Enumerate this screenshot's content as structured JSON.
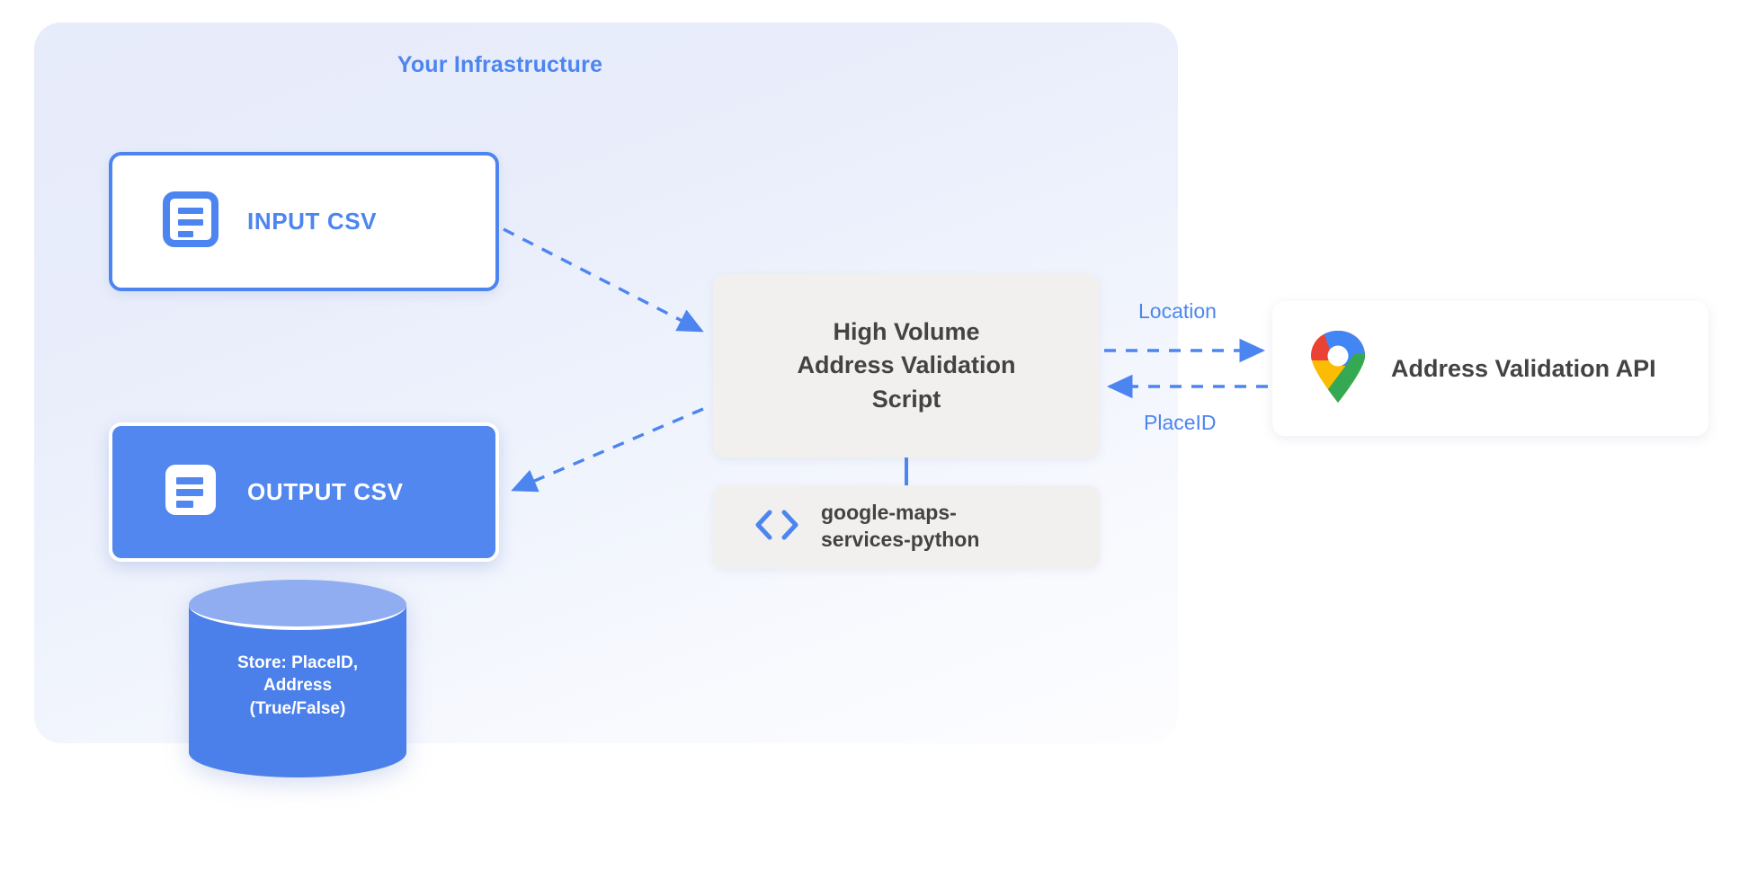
{
  "panel": {
    "title": "Your Infrastructure",
    "accent_color": "#4d85f0",
    "background_color": "#e8ecfa"
  },
  "nodes": {
    "input_csv": {
      "label": "INPUT CSV",
      "icon": "document-icon",
      "style": "outlined",
      "border_color": "#4d85f0",
      "fill_color": "#ffffff"
    },
    "output_csv": {
      "label": "OUTPUT CSV",
      "icon": "document-icon",
      "style": "filled",
      "fill_color": "#5287ef",
      "text_color": "#ffffff"
    },
    "database": {
      "line1": "Store: PlaceID,",
      "line2": "Address",
      "line3": "(True/False)",
      "top_color": "#8fadf0",
      "body_color": "#4b80ea"
    },
    "script": {
      "line1": "High Volume",
      "line2": "Address Validation",
      "line3": "Script",
      "fill_color": "#f1f0ee",
      "text_color": "#434343"
    },
    "library": {
      "line1": "google-maps-",
      "line2": "services-python",
      "icon": "code-brackets-icon",
      "icon_color": "#4d85f0",
      "fill_color": "#f1f0ee"
    },
    "api": {
      "label": "Address Validation API",
      "icon": "google-maps-pin-icon",
      "fill_color": "#ffffff",
      "icon_colors": {
        "blue": "#4285f4",
        "red": "#ea4335",
        "yellow": "#fbbc04",
        "green": "#34a853"
      }
    }
  },
  "edges": [
    {
      "from": "input_csv",
      "to": "script",
      "label": "",
      "style": "dashed",
      "direction": "forward"
    },
    {
      "from": "script",
      "to": "output_csv",
      "label": "",
      "style": "dashed",
      "direction": "forward"
    },
    {
      "from": "script",
      "to": "api",
      "label": "Location",
      "style": "dashed",
      "direction": "forward"
    },
    {
      "from": "api",
      "to": "script",
      "label": "PlaceID",
      "style": "dashed",
      "direction": "backward"
    }
  ],
  "edge_labels": {
    "location": "Location",
    "placeid": "PlaceID"
  }
}
